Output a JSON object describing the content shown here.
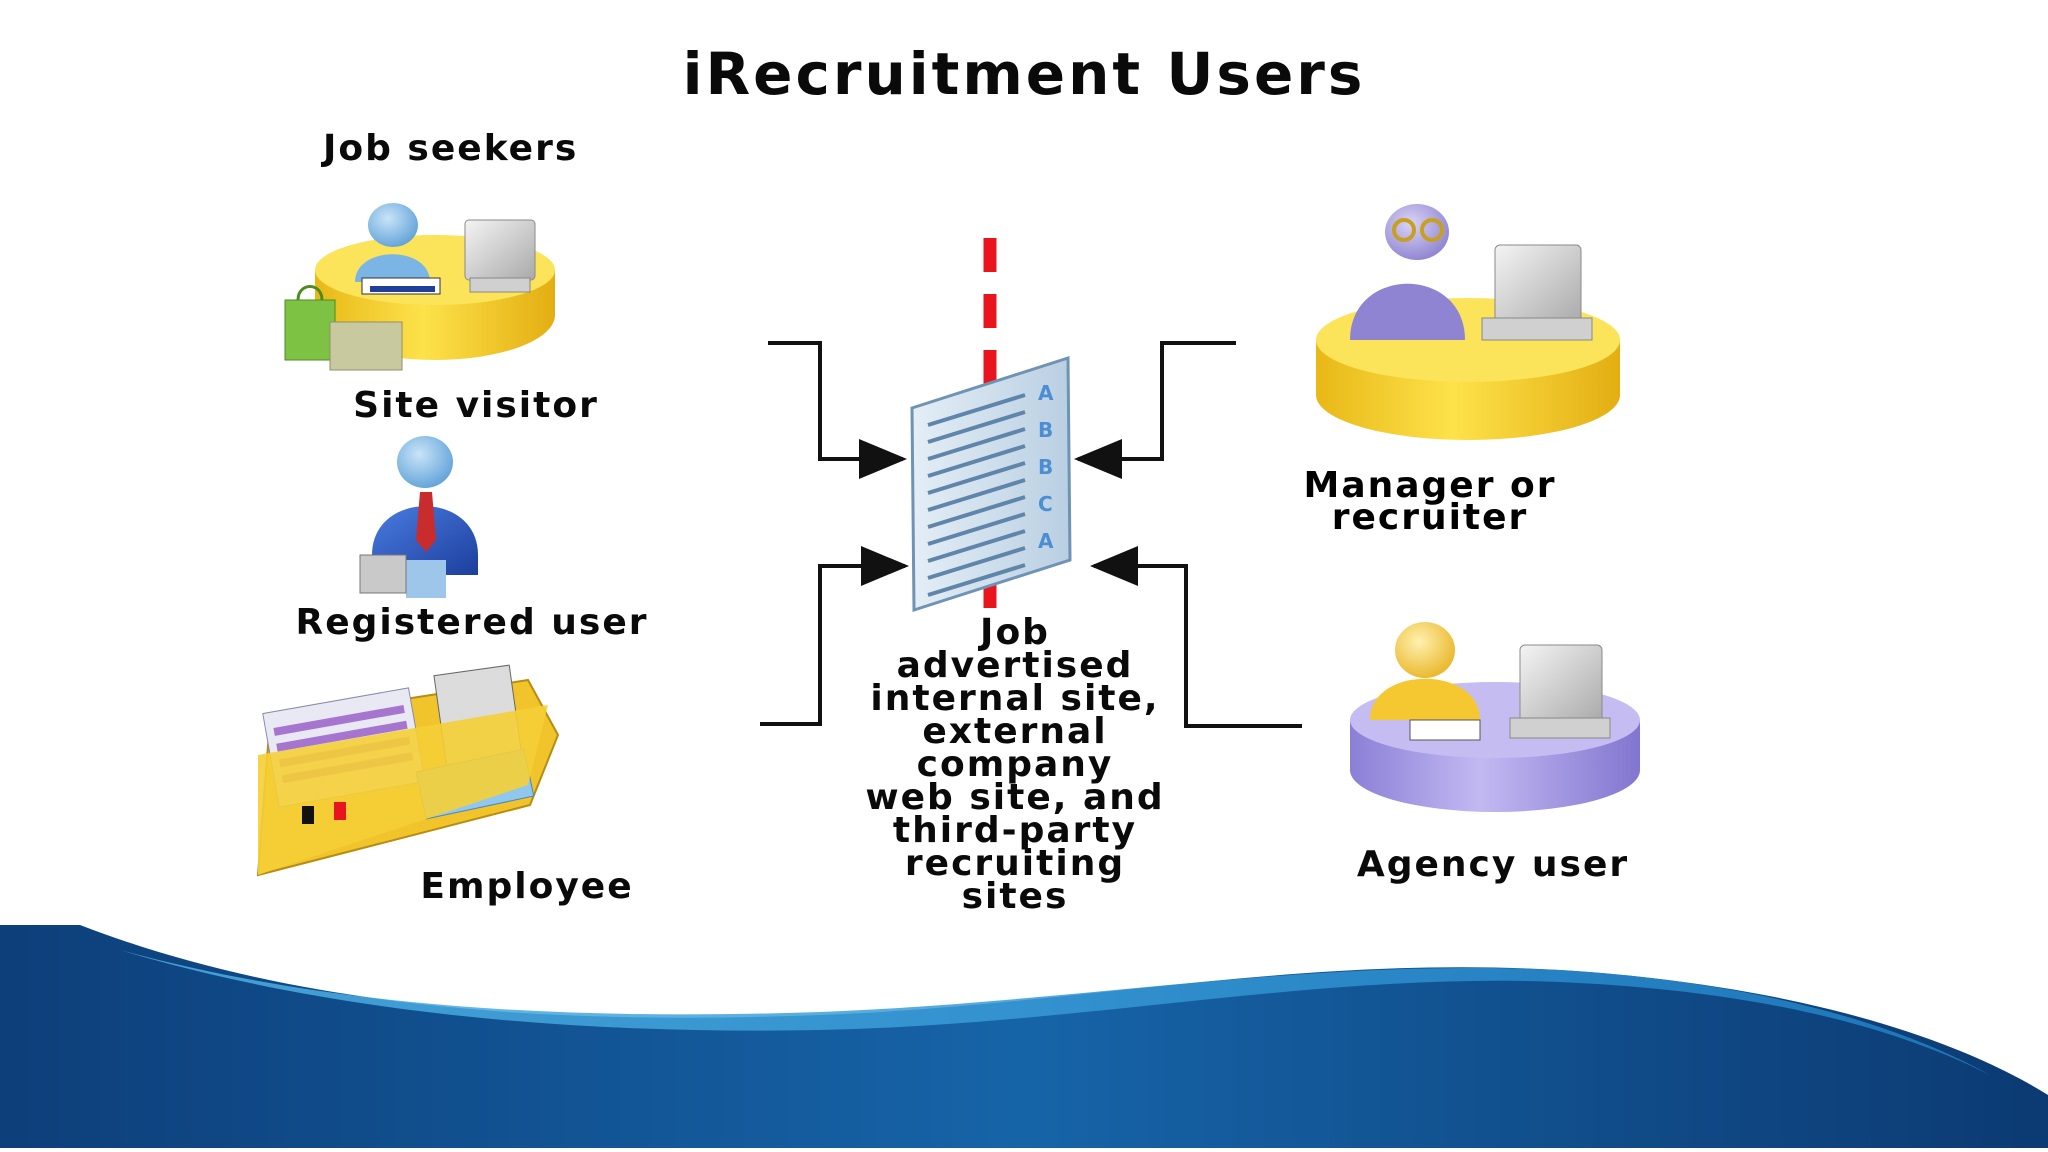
{
  "title": "iRecruitment Users",
  "group_label": "Job seekers",
  "users": {
    "site_visitor": "Site visitor",
    "registered_user": "Registered user",
    "employee": "Employee",
    "manager_line1": "Manager or",
    "manager_line2": "recruiter",
    "agency_user": "Agency user"
  },
  "job_document": {
    "letters": [
      "A",
      "B",
      "B",
      "C",
      "A"
    ],
    "caption_lines": [
      "Job",
      "advertised",
      "internal site,",
      "external",
      "company",
      "web site, and",
      "third-party",
      "recruiting",
      "sites"
    ]
  },
  "colors": {
    "wave_dark": "#0d3f7a",
    "wave_light": "#2a8fd0",
    "dash_red": "#e8141e",
    "desk_yellow": "#f2c51a",
    "desk_purple": "#9c8fdc"
  }
}
